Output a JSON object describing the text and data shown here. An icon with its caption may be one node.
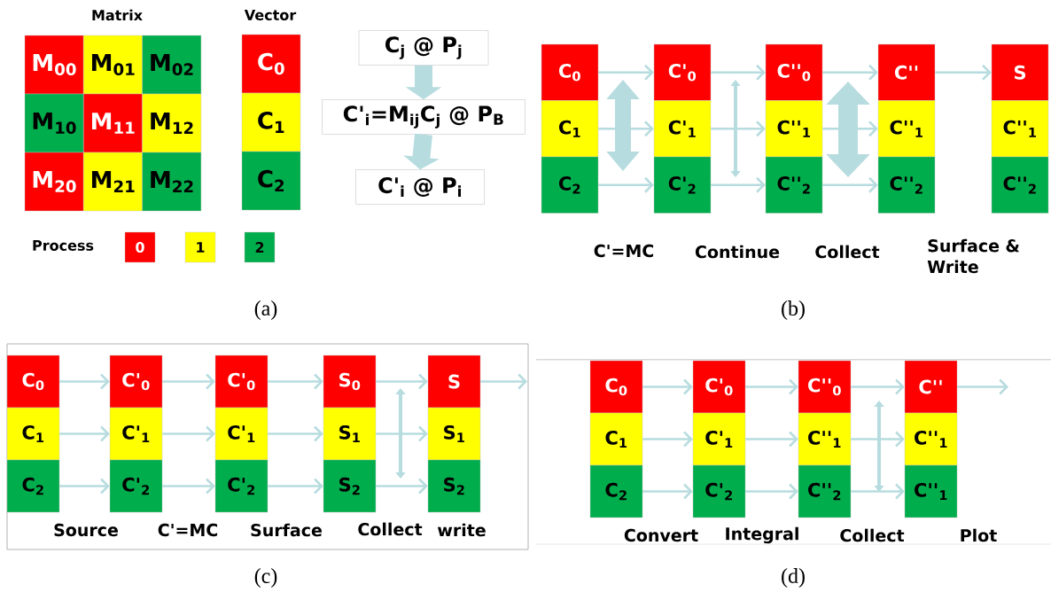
{
  "diagram": {
    "nodes": [
      {
        "text": [
          "M$_{00}$"
        ]
      },
      {
        "text": [
          "M$_{01}$"
        ]
      },
      {
        "text": [
          "M$_{02}$"
        ]
      },
      {
        "text": [
          "M$_{10}$"
        ]
      },
      {
        "text": [
          "M$_{11}$"
        ]
      },
      {
        "text": [
          "M$_{12}$"
        ]
      },
      {
        "text": [
          "M$_{20}$"
        ]
      },
      {
        "text": [
          "M$_{21}$"
        ]
      },
      {
        "text": [
          "M$_{22}$"
        ]
      },
      {
        "text": [
          "C$_{0}$"
        ]
      },
      {
        "text": [
          "C$_{1}$"
        ]
      },
      {
        "text": [
          "C$_{2}$"
        ]
      },
      {
        "text": [
          "C$_{j}$ @ P$_{j}$"
        ]
      },
      {
        "text": [
          "C'$_{i}$=M$_{ij}$C$_{j}$ @ P$_{B}$"
        ]
      },
      {
        "text": [
          "C'$_{i}$ @ P$_{i}$"
        ]
      },
      {
        "text": [
          "0"
        ]
      },
      {
        "text": [
          "1"
        ]
      },
      {
        "text": [
          "2"
        ]
      },
      {
        "text": [
          "C$_{0}$"
        ]
      },
      {
        "text": [
          "C$_{1}$"
        ]
      },
      {
        "text": [
          "C$_{2}$"
        ]
      },
      {
        "text": [
          "C'$_{0}$"
        ]
      },
      {
        "text": [
          "C'$_{1}$"
        ]
      },
      {
        "text": [
          "C'$_{2}$"
        ]
      },
      {
        "text": [
          "C''$_{0}$"
        ]
      },
      {
        "text": [
          "C''$_{1}$"
        ]
      },
      {
        "text": [
          "C''$_{2}$"
        ]
      },
      {
        "text": [
          "C''"
        ]
      },
      {
        "text": [
          "C''$_{1}$"
        ]
      },
      {
        "text": [
          "C''$_{2}$"
        ]
      },
      {
        "text": [
          "S"
        ]
      },
      {
        "text": [
          "C''$_{1}$"
        ]
      },
      {
        "text": [
          "C''$_{2}$"
        ]
      },
      {
        "text": [
          "C$_{0}$"
        ]
      },
      {
        "text": [
          "C$_{1}$"
        ]
      },
      {
        "text": [
          "C$_{2}$"
        ]
      },
      {
        "text": [
          "C'$_{0}$"
        ]
      },
      {
        "text": [
          "C'$_{1}$"
        ]
      },
      {
        "text": [
          "C'$_{2}$"
        ]
      },
      {
        "text": [
          "C'$_{0}$"
        ]
      },
      {
        "text": [
          "C'$_{1}$"
        ]
      },
      {
        "text": [
          "C'$_{2}$"
        ]
      },
      {
        "text": [
          "S$_{0}$"
        ]
      },
      {
        "text": [
          "S$_{1}$"
        ]
      },
      {
        "text": [
          "S$_{2}$"
        ]
      },
      {
        "text": [
          "S"
        ]
      },
      {
        "text": [
          "S$_{1}$"
        ]
      },
      {
        "text": [
          "S$_{2}$"
        ]
      },
      {
        "text": [
          "C$_{0}$"
        ]
      },
      {
        "text": [
          "C$_{1}$"
        ]
      },
      {
        "text": [
          "C$_{2}$"
        ]
      },
      {
        "text": [
          "C'$_{0}$"
        ]
      },
      {
        "text": [
          "C'$_{1}$"
        ]
      },
      {
        "text": [
          "C'$_{2}$"
        ]
      },
      {
        "text": [
          "C''$_{0}$"
        ]
      },
      {
        "text": [
          "C''$_{1}$"
        ]
      },
      {
        "text": [
          "C''$_{2}$"
        ]
      },
      {
        "text": [
          "C''"
        ]
      },
      {
        "text": [
          "C''$_{1}$"
        ]
      },
      {
        "text": [
          "C''$_{1}$"
        ]
      }
    ],
    "edges": [
      {
        "from": 12,
        "to": 13,
        "arrow": "to",
        "style": "thick"
      },
      {
        "from": 13,
        "to": 14,
        "arrow": "to",
        "style": "thick"
      },
      {
        "from": 18,
        "to": 21,
        "arrow": "to"
      },
      {
        "from": 19,
        "to": 22,
        "arrow": "to"
      },
      {
        "from": 20,
        "to": 23,
        "arrow": "to"
      },
      {
        "from": 21,
        "to": 24,
        "arrow": "to"
      },
      {
        "from": 22,
        "to": 25,
        "arrow": "to"
      },
      {
        "from": 23,
        "to": 26,
        "arrow": "to"
      },
      {
        "from": 24,
        "to": 27,
        "arrow": "to"
      },
      {
        "from": 25,
        "to": 28,
        "arrow": "to"
      },
      {
        "from": 26,
        "to": 29,
        "arrow": "to"
      },
      {
        "from": 27,
        "to": 30,
        "arrow": "to"
      },
      {
        "from": 33,
        "to": 36,
        "arrow": "to"
      },
      {
        "from": 34,
        "to": 37,
        "arrow": "to"
      },
      {
        "from": 35,
        "to": 38,
        "arrow": "to"
      },
      {
        "from": 36,
        "to": 39,
        "arrow": "to"
      },
      {
        "from": 37,
        "to": 40,
        "arrow": "to"
      },
      {
        "from": 38,
        "to": 41,
        "arrow": "to"
      },
      {
        "from": 39,
        "to": 42,
        "arrow": "to"
      },
      {
        "from": 40,
        "to": 43,
        "arrow": "to"
      },
      {
        "from": 41,
        "to": 44,
        "arrow": "to"
      },
      {
        "from": 42,
        "to": 45,
        "arrow": "to"
      },
      {
        "from": 43,
        "to": 46,
        "arrow": "to"
      },
      {
        "from": 44,
        "to": 47,
        "arrow": "to"
      },
      {
        "from": 45,
        "to": null,
        "arrow": "to"
      },
      {
        "from": 48,
        "to": 51,
        "arrow": "to"
      },
      {
        "from": 49,
        "to": 52,
        "arrow": "to"
      },
      {
        "from": 50,
        "to": 53,
        "arrow": "to"
      },
      {
        "from": 51,
        "to": 54,
        "arrow": "to"
      },
      {
        "from": 52,
        "to": 55,
        "arrow": "to"
      },
      {
        "from": 53,
        "to": 56,
        "arrow": "to"
      },
      {
        "from": 54,
        "to": 57,
        "arrow": "to"
      },
      {
        "from": 55,
        "to": 58,
        "arrow": "to"
      },
      {
        "from": 56,
        "to": 59,
        "arrow": "to"
      },
      {
        "from": 57,
        "to": null,
        "arrow": "to"
      }
    ],
    "labels": [
      "Matrix",
      "Vector",
      "Process",
      "C'=MC",
      "Continue",
      "Collect",
      "Surface & Write",
      "(a)",
      "(b)",
      "Source",
      "C'=MC",
      "Surface",
      "Collect",
      "write",
      "Convert",
      "Integral",
      "Collect",
      "Plot",
      "(c)",
      "(d)"
    ]
  }
}
